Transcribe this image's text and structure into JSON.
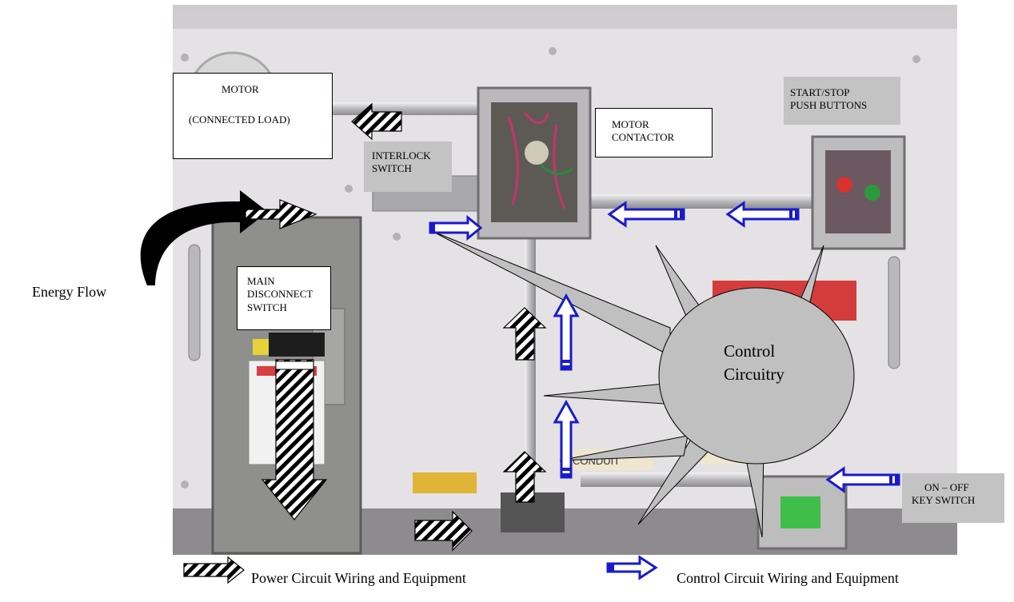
{
  "labels": {
    "motor": [
      "MOTOR",
      "(CONNECTED LOAD)"
    ],
    "interlock": [
      "INTERLOCK",
      "SWITCH"
    ],
    "motor_contactor": [
      "MOTOR",
      "CONTACTOR"
    ],
    "start_stop": [
      "START/STOP",
      "PUSH BUTTONS"
    ],
    "main_disconnect": [
      "MAIN",
      "DISCONNECT",
      "SWITCH"
    ],
    "key_switch": [
      "ON – OFF",
      "KEY SWITCH"
    ],
    "control_circuitry": [
      "Control",
      "Circuitry"
    ],
    "energy_flow": "Energy Flow",
    "conduit_photo": "CONDUIT"
  },
  "legend": {
    "power": "Power Circuit Wiring and Equipment",
    "control": "Control Circuit Wiring and Equipment"
  },
  "colors": {
    "control_arrow": "#1a1acc",
    "callout_fill": "#c0c0c0",
    "label_gray": "#c3c3c3"
  }
}
